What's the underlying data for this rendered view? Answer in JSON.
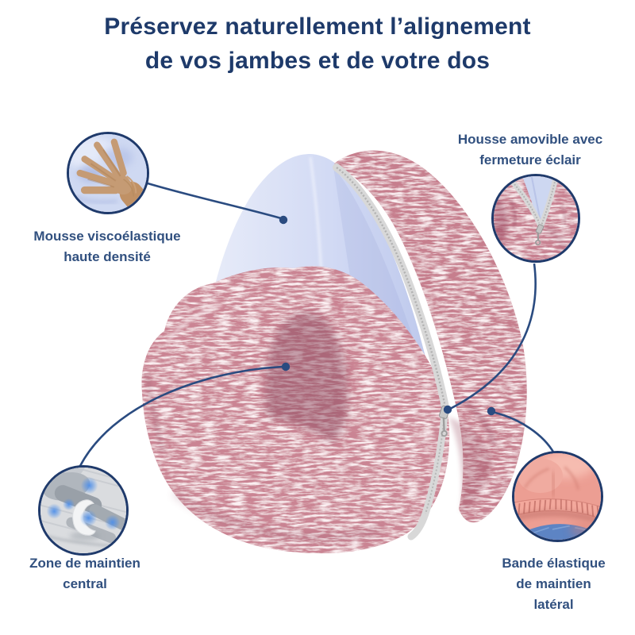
{
  "title": {
    "line1": "Préservez naturellement l’alignement",
    "line2": "de vos jambes et de votre dos"
  },
  "callouts": {
    "foam": {
      "label_lines": [
        "Mousse viscoélastique",
        "haute densité"
      ],
      "image": "hand-pressing-memory-foam"
    },
    "cover": {
      "label_lines": [
        "Housse amovible avec",
        "fermeture éclair"
      ],
      "image": "zipper-cover-close-up"
    },
    "central": {
      "label_lines": [
        "Zone de maintien",
        "central"
      ],
      "image": "pillow-in-use-between-knees"
    },
    "lateral": {
      "label_lines": [
        "Bande élastique",
        "de maintien",
        "latéral"
      ],
      "image": "elastic-side-strap-close-up"
    }
  },
  "colors": {
    "title_navy": "#1e3a6a",
    "label_navy": "#31507f",
    "connector_navy": "#2a4b80",
    "cover_pink": "#c67e8d",
    "foam_blue": "#ccd6f1",
    "zipper_gray": "#d8d8d8"
  }
}
